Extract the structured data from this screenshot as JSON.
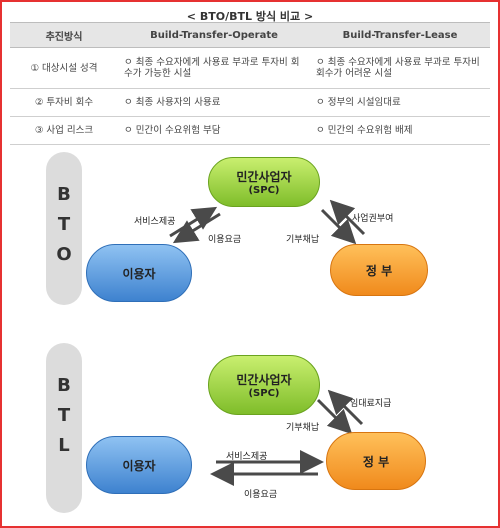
{
  "title": "< BTO/BTL 방식 비교 >",
  "table": {
    "headers": [
      "추진방식",
      "Build-Transfer-Operate",
      "Build-Transfer-Lease"
    ],
    "rows": [
      {
        "key": "① 대상시설 성격",
        "bto": "ㅇ 최종 수요자에게 사용료 부과로 투자비 회수가 가능한 시설",
        "btl": "ㅇ 최종 수요자에게 사용료 부과로 투자비 회수가 어려운 시설"
      },
      {
        "key": "② 투자비 회수",
        "bto": "ㅇ 최종 사용자의 사용료",
        "btl": "ㅇ 정부의 시설임대료"
      },
      {
        "key": "③ 사업 리스크",
        "bto": "ㅇ 민간이 수요위험 부담",
        "btl": "ㅇ 민간의 수요위험 배제"
      }
    ]
  },
  "bto": {
    "letters": [
      "B",
      "T",
      "O"
    ],
    "spc_line1": "민간사업자",
    "spc_line2": "(SPC)",
    "user": "이용자",
    "gov": "정 부",
    "service": "서비스제공",
    "fee": "이용요금",
    "donation": "기부채납",
    "rights": "사업권부여"
  },
  "btl": {
    "letters": [
      "B",
      "T",
      "L"
    ],
    "spc_line1": "민간사업자",
    "spc_line2": "(SPC)",
    "user": "이용자",
    "gov": "정 부",
    "service": "서비스제공",
    "fee": "이용요금",
    "donation": "기부채납",
    "rent": "임대료지급"
  }
}
